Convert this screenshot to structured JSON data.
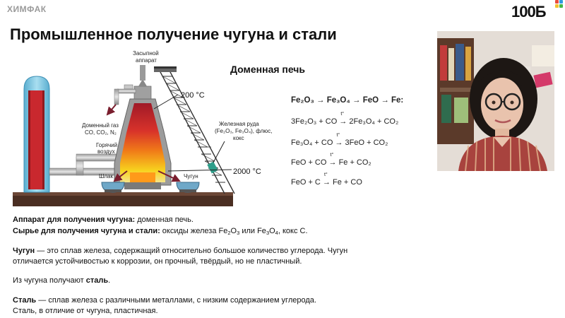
{
  "header": {
    "brand": "ХИМФАК",
    "logo": "100Б",
    "title": "Промышленное получение чугуна и стали"
  },
  "diagram": {
    "title": "Доменная печь",
    "labels": {
      "loader_line1": "Засыпной",
      "loader_line2": "аппарат",
      "gas_line1": "Доменный газ",
      "gas_line2": "CO, CO₂, N₂",
      "air_line1": "Горячий",
      "air_line2": "воздух",
      "ore_line1": "Железная руда",
      "ore_line2": "(Fe₂O₃, Fe₃O₄), флюс,",
      "ore_line3": "кокс",
      "slag": "Шлак",
      "iron": "Чугун",
      "temp_top": "200 °C",
      "temp_bottom": "2000 °C"
    }
  },
  "equations": {
    "chain": [
      "Fe₂O₃",
      "Fe₃O₄",
      "FeO",
      "Fe:"
    ],
    "arrow_label": "t°",
    "reactions": [
      {
        "left": "3Fe₂O₃ + CO",
        "right": "2Fe₃O₄ + CO₂"
      },
      {
        "left": "Fe₃O₄ + CO",
        "right": "3FeO + CO₂"
      },
      {
        "left": "FeO + CO",
        "right": "Fe + CO₂"
      },
      {
        "left": "FeO + C",
        "right": "Fe + CO"
      }
    ]
  },
  "body_text": {
    "apparatus_label": "Аппарат для получения чугуна:",
    "apparatus_value": " доменная печь.",
    "raw_label": "Сырье для получения чугуна и стали:",
    "raw_value_1": " оксиды железа Fe",
    "raw_value_2": " или Fe",
    "raw_value_3": ", кокс C.",
    "cast_iron_word": "Чугун",
    "cast_iron_line1": " — это сплав железа, содержащий относительно большое количество углерода. Чугун",
    "cast_iron_line2": "отличается устойчивостью к коррозии, он прочный, твёрдый, но не пластичный.",
    "from_iron_1": "Из чугуна получают ",
    "from_iron_steel": "сталь",
    "from_iron_2": ".",
    "steel_word": "Сталь",
    "steel_line1": " — сплав железа с различными металлами, с низким содержанием углерода.",
    "steel_line2": "Сталь, в отличие от чугуна, пластичная."
  },
  "colors": {
    "furnace_hot": "#f7d21e",
    "furnace_mid": "#f07a18",
    "furnace_top": "#b8202a",
    "stove_blue": "#7fc7e0",
    "stove_red": "#c9282e",
    "ground": "#4a2e22",
    "accent_arrow": "#7a1e2e"
  }
}
